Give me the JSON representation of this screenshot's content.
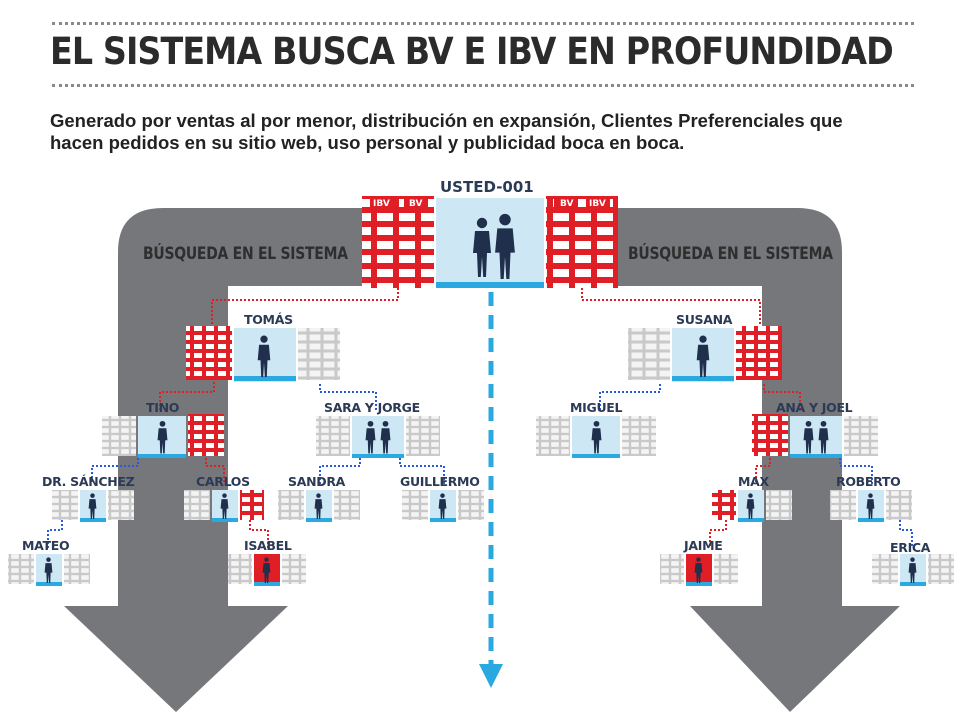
{
  "header": {
    "title": "EL SISTEMA BUSCA BV E IBV EN PROFUNDIDAD",
    "subtitle": "Generado por ventas al por menor, distribución en expansión, Clientes Preferenciales que hacen pedidos en su sitio web, uso personal y publicidad boca en boca."
  },
  "search_left": "BÚSQUEDA EN EL SISTEMA",
  "search_right": "BÚSQUEDA EN EL SISTEMA",
  "box_tags": {
    "left": [
      "IBV",
      "BV"
    ],
    "right": [
      "BV",
      "IBV"
    ]
  },
  "root": "USTED-001",
  "nodes": {
    "tomas": "TOMÁS",
    "susana": "SUSANA",
    "tino": "TINO",
    "sara_jorge": "SARA Y JORGE",
    "miguel": "MIGUEL",
    "ana_joel": "ANA Y JOEL",
    "dr_sanchez": "DR. SÁNCHEZ",
    "carlos": "CARLOS",
    "sandra": "SANDRA",
    "guillermo": "GUILLERMO",
    "max": "MAX",
    "roberto": "ROBERTO",
    "mateo": "MATEO",
    "isabel": "ISABEL",
    "jaime": "JAIME",
    "erica": "ERICA"
  },
  "colors": {
    "red": "#e01e26",
    "blue": "#2aa9e0",
    "gray_arrow": "#76777b",
    "light_blue": "#cde7f4"
  }
}
